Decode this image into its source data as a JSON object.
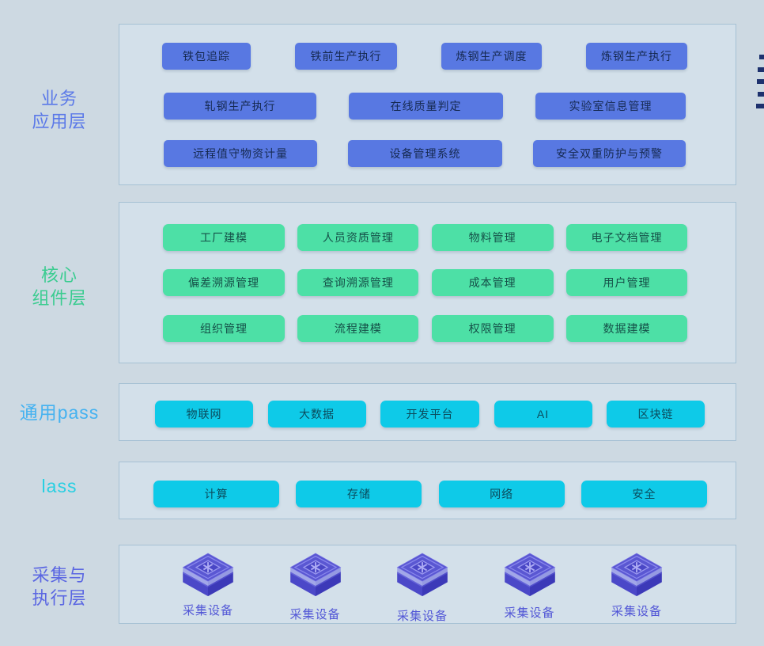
{
  "colors": {
    "page_bg": "#cdd9e2",
    "panel_bg": "#d3e0ea",
    "panel_border": "#a6c1d4",
    "business_chip": "#5878e2",
    "core_chip": "#4de0a6",
    "cloud_chip": "#0ecae8",
    "business_label": "#5b79e8",
    "core_label": "#3acc90",
    "paas_label": "#45b2f0",
    "iaas_label": "#27cfe2",
    "collect_label": "#5a66e2",
    "device_cube": "#5a57d2",
    "edge_marks": "#1d316e"
  },
  "layers": [
    {
      "name": "业务应用层",
      "label_lines": [
        "业务",
        "应用层"
      ],
      "rows": [
        [
          "铁包追踪",
          "铁前生产执行",
          "炼钢生产调度",
          "炼钢生产执行"
        ],
        [
          "轧钢生产执行",
          "在线质量判定",
          "实验室信息管理"
        ],
        [
          "远程值守物资计量",
          "设备管理系统",
          "安全双重防护与预警"
        ]
      ]
    },
    {
      "name": "核心组件层",
      "label_lines": [
        "核心",
        "组件层"
      ],
      "rows": [
        [
          "工厂建模",
          "人员资质管理",
          "物料管理",
          "电子文档管理"
        ],
        [
          "偏差溯源管理",
          "查询溯源管理",
          "成本管理",
          "用户管理"
        ],
        [
          "组织管理",
          "流程建模",
          "权限管理",
          "数据建模"
        ]
      ]
    },
    {
      "name": "通用pass",
      "label_lines": [
        "通用pass"
      ],
      "rows": [
        [
          "物联网",
          "大数据",
          "开发平台",
          "AI",
          "区块链"
        ]
      ]
    },
    {
      "name": "lass",
      "label_lines": [
        "lass"
      ],
      "rows": [
        [
          "计算",
          "存储",
          "网络",
          "安全"
        ]
      ]
    },
    {
      "name": "采集与执行层",
      "label_lines": [
        "采集与",
        "执行层"
      ],
      "device_label": "采集设备",
      "device_count": 5
    }
  ]
}
